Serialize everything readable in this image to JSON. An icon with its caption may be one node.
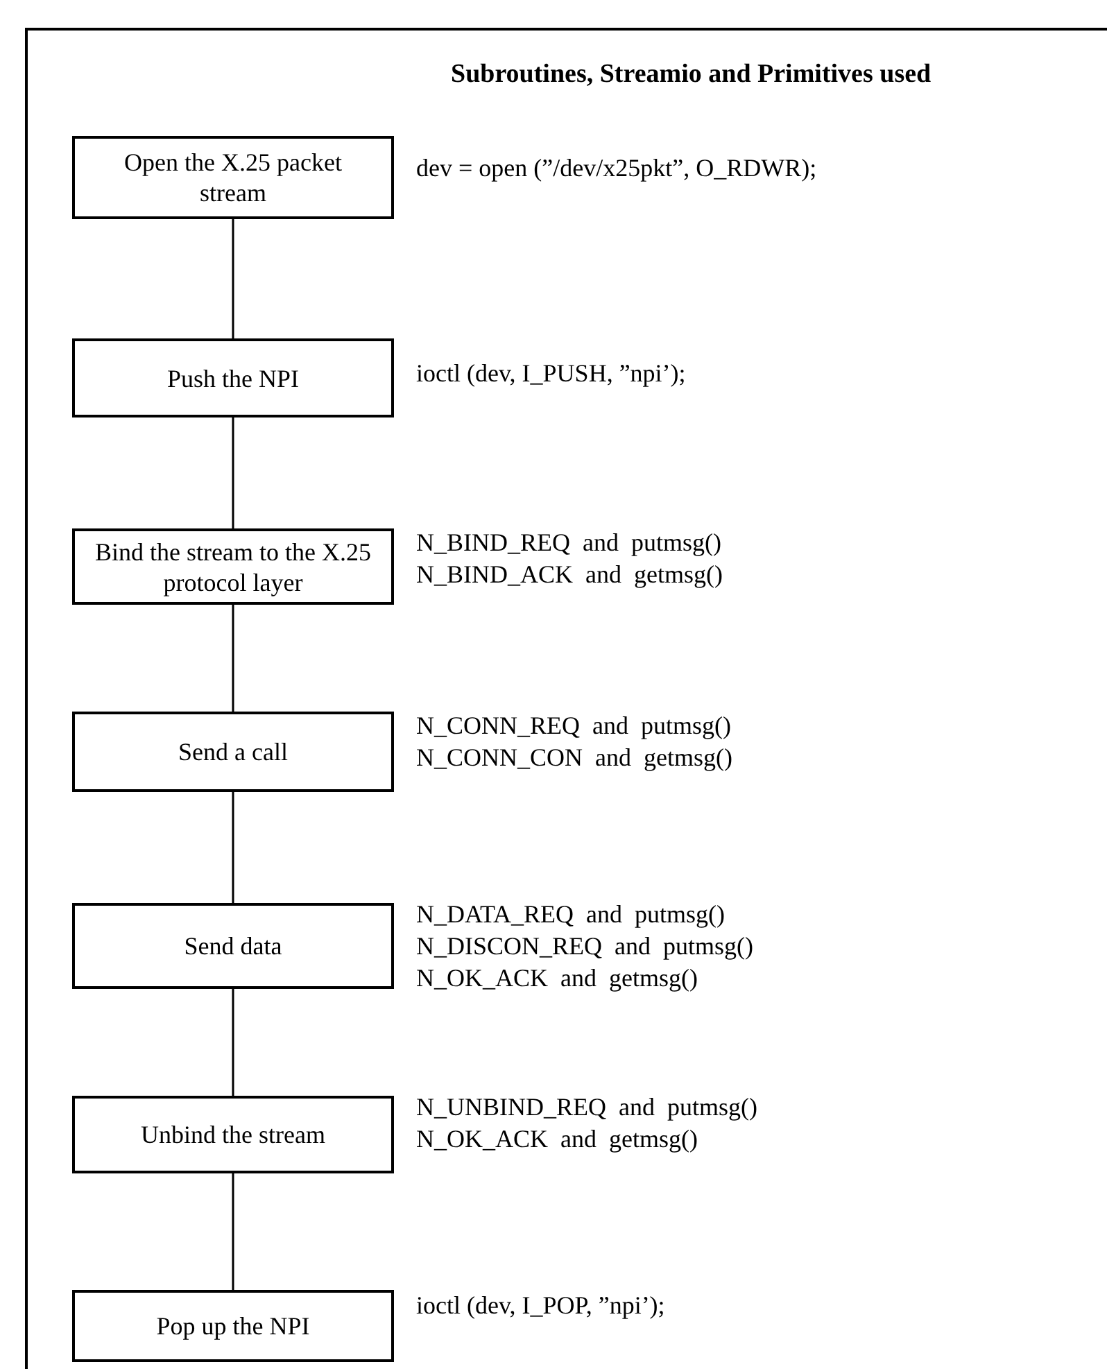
{
  "diagram": {
    "title": "Subroutines, Streamio and Primitives used",
    "nodes": [
      {
        "text": [
          "Open the X.25 packet stream"
        ],
        "beside": [
          "dev = open (”/dev/x25pkt”, O_RDWR);"
        ]
      },
      {
        "text": [
          "Push the NPI"
        ],
        "beside": [
          "ioctl (dev, I_PUSH, ”npi’);"
        ]
      },
      {
        "text": [
          "Bind the stream to the X.25 protocol layer"
        ],
        "beside": [
          "N_BIND_REQ  and  putmsg()",
          "N_BIND_ACK  and  getmsg()"
        ]
      },
      {
        "text": [
          "Send a call"
        ],
        "beside": [
          "N_CONN_REQ  and  putmsg()",
          "N_CONN_CON  and  getmsg()"
        ]
      },
      {
        "text": [
          "Send data"
        ],
        "beside": [
          "N_DATA_REQ  and  putmsg()",
          "N_DISCON_REQ  and  putmsg()",
          "N_OK_ACK  and  getmsg()"
        ]
      },
      {
        "text": [
          "Unbind the stream"
        ],
        "beside": [
          "N_UNBIND_REQ  and  putmsg()",
          "N_OK_ACK  and  getmsg()"
        ]
      },
      {
        "text": [
          "Pop up the NPI"
        ],
        "beside": [
          "ioctl (dev, I_POP, ”npi’);"
        ]
      }
    ],
    "edges": [
      {
        "from": 0,
        "to": 1,
        "arrow": "none"
      },
      {
        "from": 1,
        "to": 2,
        "arrow": "none"
      },
      {
        "from": 2,
        "to": 3,
        "arrow": "none"
      },
      {
        "from": 3,
        "to": 4,
        "arrow": "none"
      },
      {
        "from": 4,
        "to": 5,
        "arrow": "none"
      },
      {
        "from": 5,
        "to": 6,
        "arrow": "none"
      }
    ]
  }
}
